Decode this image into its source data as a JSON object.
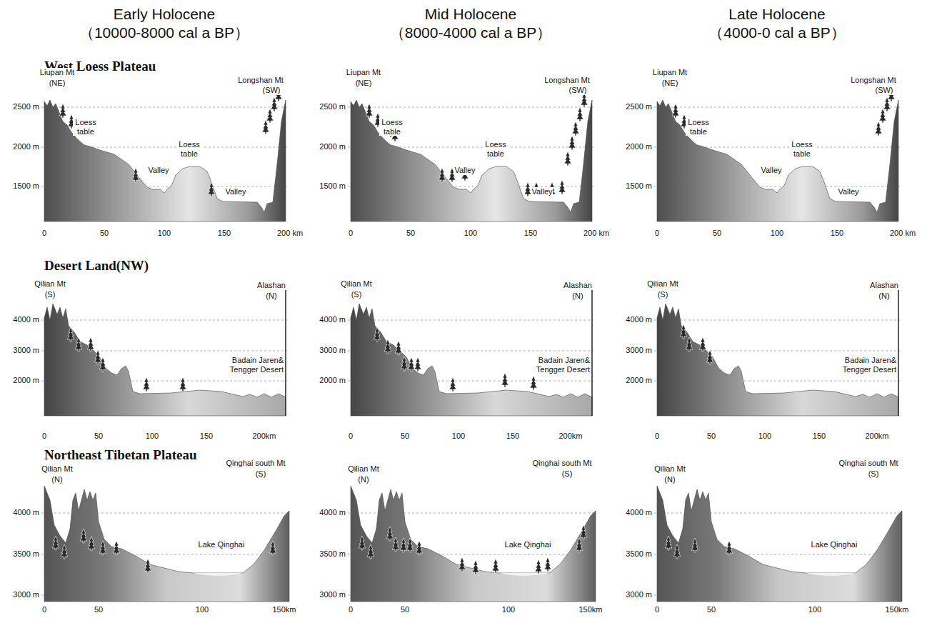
{
  "diagram": {
    "labels": [
      "Early Holocene",
      "（10000-8000 cal a BP）",
      "Mid Holocene",
      "（8000-4000 cal a BP）",
      "Late Holocene",
      "（4000-0 cal a BP）",
      "West Loess Plateau",
      "Desert Land(NW)",
      "Northeast Tibetan Plateau",
      "Liupan Mt",
      "(NE)",
      "Longshan Mt",
      "(SW)",
      "Loess table",
      "Loess table",
      "Valley",
      "Valley",
      "2500 m",
      "2000 m",
      "1500 m",
      "0",
      "50",
      "100",
      "150",
      "200 km",
      "Liupan Mt",
      "(NE)",
      "Longshan Mt",
      "(SW)",
      "Loess table",
      "Loess table",
      "Valley",
      "Valley",
      "2500 m",
      "2000 m",
      "1500 m",
      "0",
      "50",
      "100",
      "150",
      "200 km",
      "Liupan Mt",
      "(NE)",
      "Longshan Mt",
      "(SW)",
      "Loess table",
      "Loess table",
      "Valley",
      "Valley",
      "2500 m",
      "2000 m",
      "1500 m",
      "0",
      "50",
      "100",
      "150",
      "200 km",
      "Qilian Mt",
      "(S)",
      "Alashan",
      "(N)",
      "Badain Jaren& Tengger Desert",
      "4000 m",
      "3000 m",
      "2000 m",
      "0",
      "50",
      "100",
      "150",
      "200km",
      "Qilian Mt",
      "(S)",
      "Alashan",
      "(N)",
      "Badain Jaren& Tengger Desert",
      "4000 m",
      "3000 m",
      "2000 m",
      "0",
      "50",
      "100",
      "150",
      "200km",
      "Qilian Mt",
      "(S)",
      "Alashan",
      "(N)",
      "Badain Jaren& Tengger Desert",
      "4000 m",
      "3000 m",
      "2000 m",
      "0",
      "50",
      "100",
      "150",
      "200km",
      "Qilian Mt",
      "(N)",
      "Qinghai south Mt",
      "(S)",
      "Lake Qinghai",
      "4000 m",
      "3500 m",
      "3000 m",
      "0",
      "50",
      "100",
      "150km",
      "Qilian Mt",
      "(N)",
      "Qinghai south Mt",
      "(S)",
      "Lake Qinghai",
      "4000 m",
      "3500 m",
      "3000 m",
      "0",
      "50",
      "100",
      "150km",
      "Qilian Mt",
      "(N)",
      "Qinghai south Mt",
      "(S)",
      "Lake Qinghai",
      "4000 m",
      "3500 m",
      "3000 m",
      "0",
      "50",
      "100",
      "150km"
    ]
  }
}
